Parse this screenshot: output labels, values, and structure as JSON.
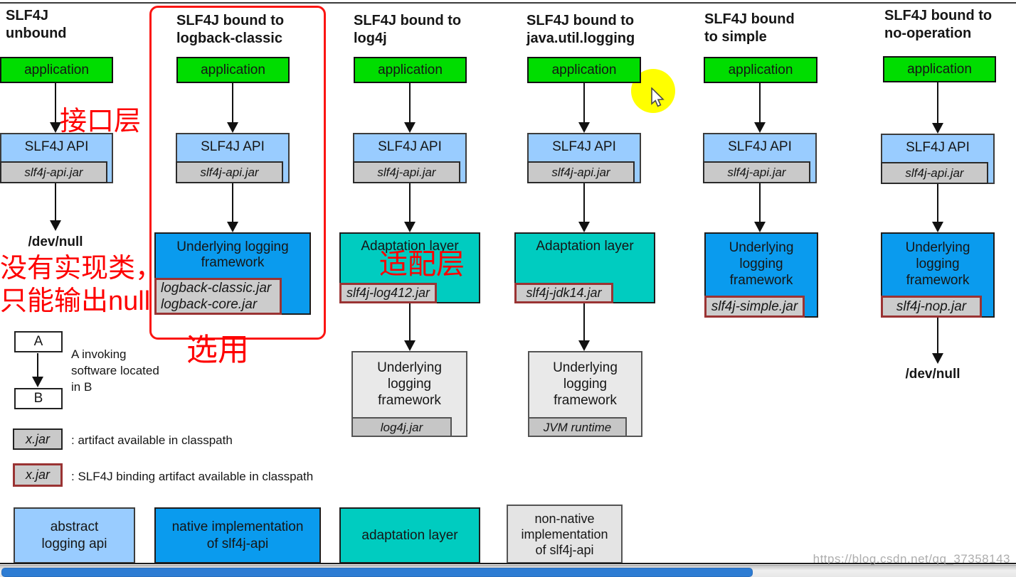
{
  "colors": {
    "application_green": "#00dd00",
    "api_light_blue": "#99ccff",
    "native_impl_blue": "#0a9bee",
    "adaptation_teal": "#00ccc0",
    "jar_gray": "#c9c9c9",
    "binding_border_red": "#9a3333",
    "annotation_red": "#fe0000",
    "selection_border_red": "#fb1512",
    "highlight_yellow": "#ffff00",
    "scrollbar_thumb_blue": "#2d7cd3"
  },
  "columns": [
    {
      "title": "SLF4J\nunbound",
      "app": "application",
      "api": "SLF4J API",
      "api_jar": "slf4j-api.jar",
      "sink": "/dev/null"
    },
    {
      "title": "SLF4J bound to\nlogback-classic",
      "app": "application",
      "api": "SLF4J API",
      "api_jar": "slf4j-api.jar",
      "framework": "Underlying logging\nframework",
      "framework_jar": "logback-classic.jar\nlogback-core.jar"
    },
    {
      "title": "SLF4J bound to\nlog4j",
      "app": "application",
      "api": "SLF4J API",
      "api_jar": "slf4j-api.jar",
      "adaptation": "Adaptation layer",
      "adaptation_jar": "slf4j-log412.jar",
      "framework": "Underlying\nlogging\nframework",
      "framework_jar": "log4j.jar"
    },
    {
      "title": "SLF4J bound to\njava.util.logging",
      "app": "application",
      "api": "SLF4J API",
      "api_jar": "slf4j-api.jar",
      "adaptation": "Adaptation layer",
      "adaptation_jar": "slf4j-jdk14.jar",
      "framework": "Underlying\nlogging\nframework",
      "framework_jar": "JVM runtime"
    },
    {
      "title": "SLF4J bound\nto simple",
      "app": "application",
      "api": "SLF4J API",
      "api_jar": "slf4j-api.jar",
      "framework": "Underlying\nlogging\nframework",
      "framework_jar": "slf4j-simple.jar"
    },
    {
      "title": "SLF4J bound to\nno-operation",
      "app": "application",
      "api": "SLF4J API",
      "api_jar": "slf4j-api.jar",
      "framework": "Underlying\nlogging\nframework",
      "framework_jar": "slf4j-nop.jar",
      "sink": "/dev/null"
    }
  ],
  "annotations": {
    "interface_layer": "接口层",
    "no_impl": "没有实现类，\n只能输出null",
    "chosen": "选用",
    "adapter_layer": "适配层"
  },
  "legend": {
    "a": "A",
    "b": "B",
    "invoke_note": "A invoking\nsoftware located\nin B",
    "xjar": "x.jar",
    "artifact_note": ": artifact available in classpath",
    "binding_note": ": SLF4J binding artifact available in classpath"
  },
  "bottom_legend": [
    {
      "label": "abstract\nlogging api"
    },
    {
      "label": "native implementation\nof slf4j-api"
    },
    {
      "label": "adaptation layer"
    },
    {
      "label": "non-native\nimplementation\nof slf4j-api"
    }
  ],
  "watermark": "https://blog.csdn.net/qq_37358143"
}
